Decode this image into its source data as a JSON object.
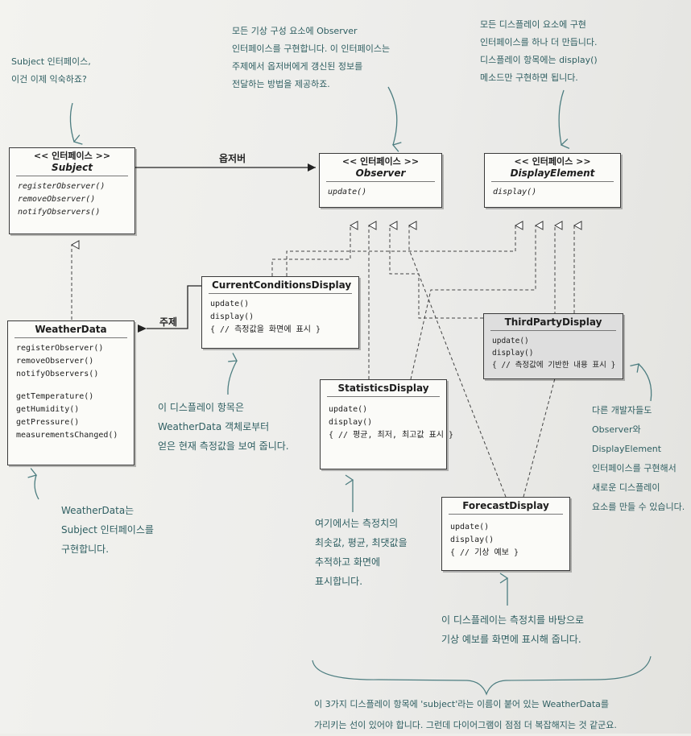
{
  "diagram": {
    "subject_box": {
      "stereotype": "<< 인터페이스 >>",
      "name": "Subject",
      "methods": [
        "registerObserver()",
        "removeObserver()",
        "notifyObservers()"
      ]
    },
    "observer_box": {
      "stereotype": "<< 인터페이스 >>",
      "name": "Observer",
      "methods": [
        "update()"
      ]
    },
    "display_element_box": {
      "stereotype": "<< 인터페이스 >>",
      "name": "DisplayElement",
      "methods": [
        "display()"
      ]
    },
    "weather_data_box": {
      "name": "WeatherData",
      "methods_a": [
        "registerObserver()",
        "removeObserver()",
        "notifyObservers()"
      ],
      "methods_b": [
        "getTemperature()",
        "getHumidity()",
        "getPressure()",
        "measurementsChanged()"
      ]
    },
    "current_conditions_box": {
      "name": "CurrentConditionsDisplay",
      "methods": [
        "update()",
        "display()",
        "{ // 측정값을 화면에 표시 }"
      ]
    },
    "third_party_box": {
      "name": "ThirdPartyDisplay",
      "methods": [
        "update()",
        "display()",
        "{ // 측정값에 기반한 내용 표시 }"
      ]
    },
    "statistics_box": {
      "name": "StatisticsDisplay",
      "methods": [
        "update()",
        "display()",
        "{ // 평균, 최저, 최고값 표시 }"
      ]
    },
    "forecast_box": {
      "name": "ForecastDisplay",
      "methods": [
        "update()",
        "display()",
        "{ // 기상 예보 }"
      ]
    },
    "labels": {
      "observer_assoc": "옵저버",
      "subject_assoc": "주제"
    }
  },
  "annotations": {
    "subject_note": [
      "Subject 인터페이스,",
      "이건 이제 익숙하죠?"
    ],
    "observer_note": [
      "모든 기상 구성 요소에 Observer",
      "인터페이스를 구현합니다. 이 인터페이스는",
      "주제에서 옵저버에게 갱신된 정보를",
      "전달하는 방법을 제공하죠."
    ],
    "display_note": [
      "모든 디스플레이 요소에 구현",
      "인터페이스를 하나 더 만듭니다.",
      "디스플레이 항목에는 display()",
      "메소드만 구현하면 됩니다."
    ],
    "current_note": [
      "이 디스플레이 항목은",
      "WeatherData 객체로부터",
      "얻은 현재 측정값을 보여 줍니다."
    ],
    "weatherdata_note": [
      "WeatherData는",
      "Subject 인터페이스를",
      "구현합니다."
    ],
    "statistics_note": [
      "여기에서는 측정치의",
      "최솟값, 평균, 최댓값을",
      "추적하고 화면에",
      "표시합니다."
    ],
    "thirdparty_note": [
      "다른 개발자들도",
      "Observer와",
      "DisplayElement",
      "인터페이스를 구현해서",
      "새로운 디스플레이",
      "요소를 만들 수 있습니다."
    ],
    "forecast_note": [
      "이 디스플레이는 측정치를 바탕으로",
      "기상 예보를 화면에 표시해 줍니다."
    ],
    "bottom_note": [
      "이 3가지 디스플레이 항목에 'subject'라는 이름이 붙어 있는 WeatherData를",
      "가리키는 선이 있어야 합니다. 그런데 다이어그램이 점점 더 복잡해지는 것 같군요."
    ]
  }
}
